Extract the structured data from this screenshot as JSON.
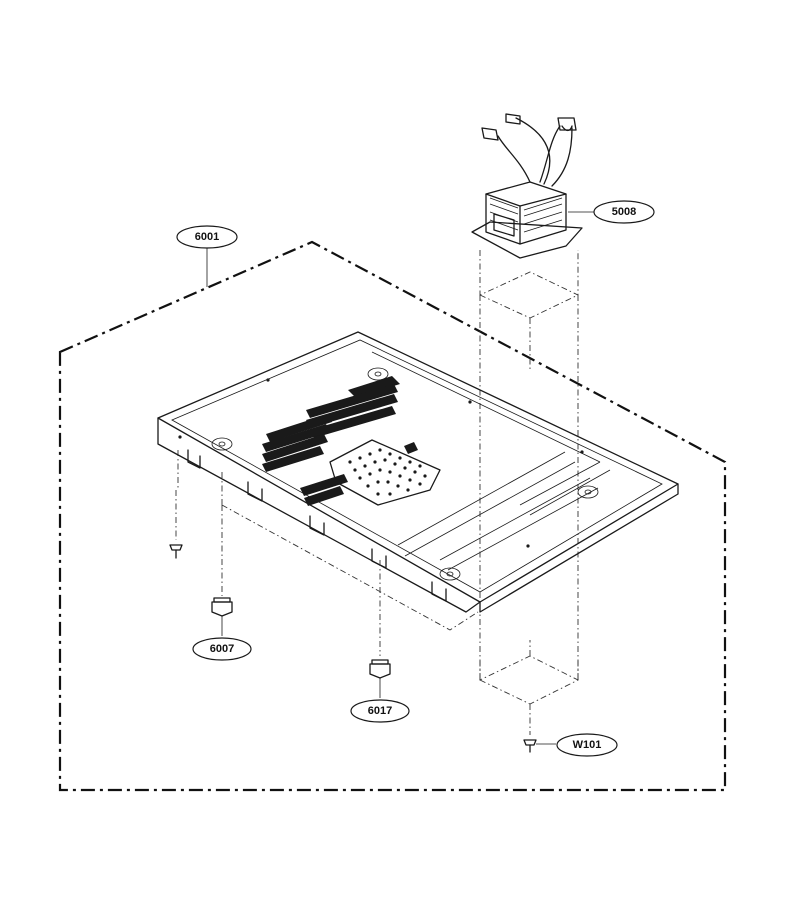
{
  "diagram": {
    "callouts": {
      "c6001": "6001",
      "c5008": "5008",
      "c6007": "6007",
      "c6017": "6017",
      "cW101": "W101"
    }
  }
}
